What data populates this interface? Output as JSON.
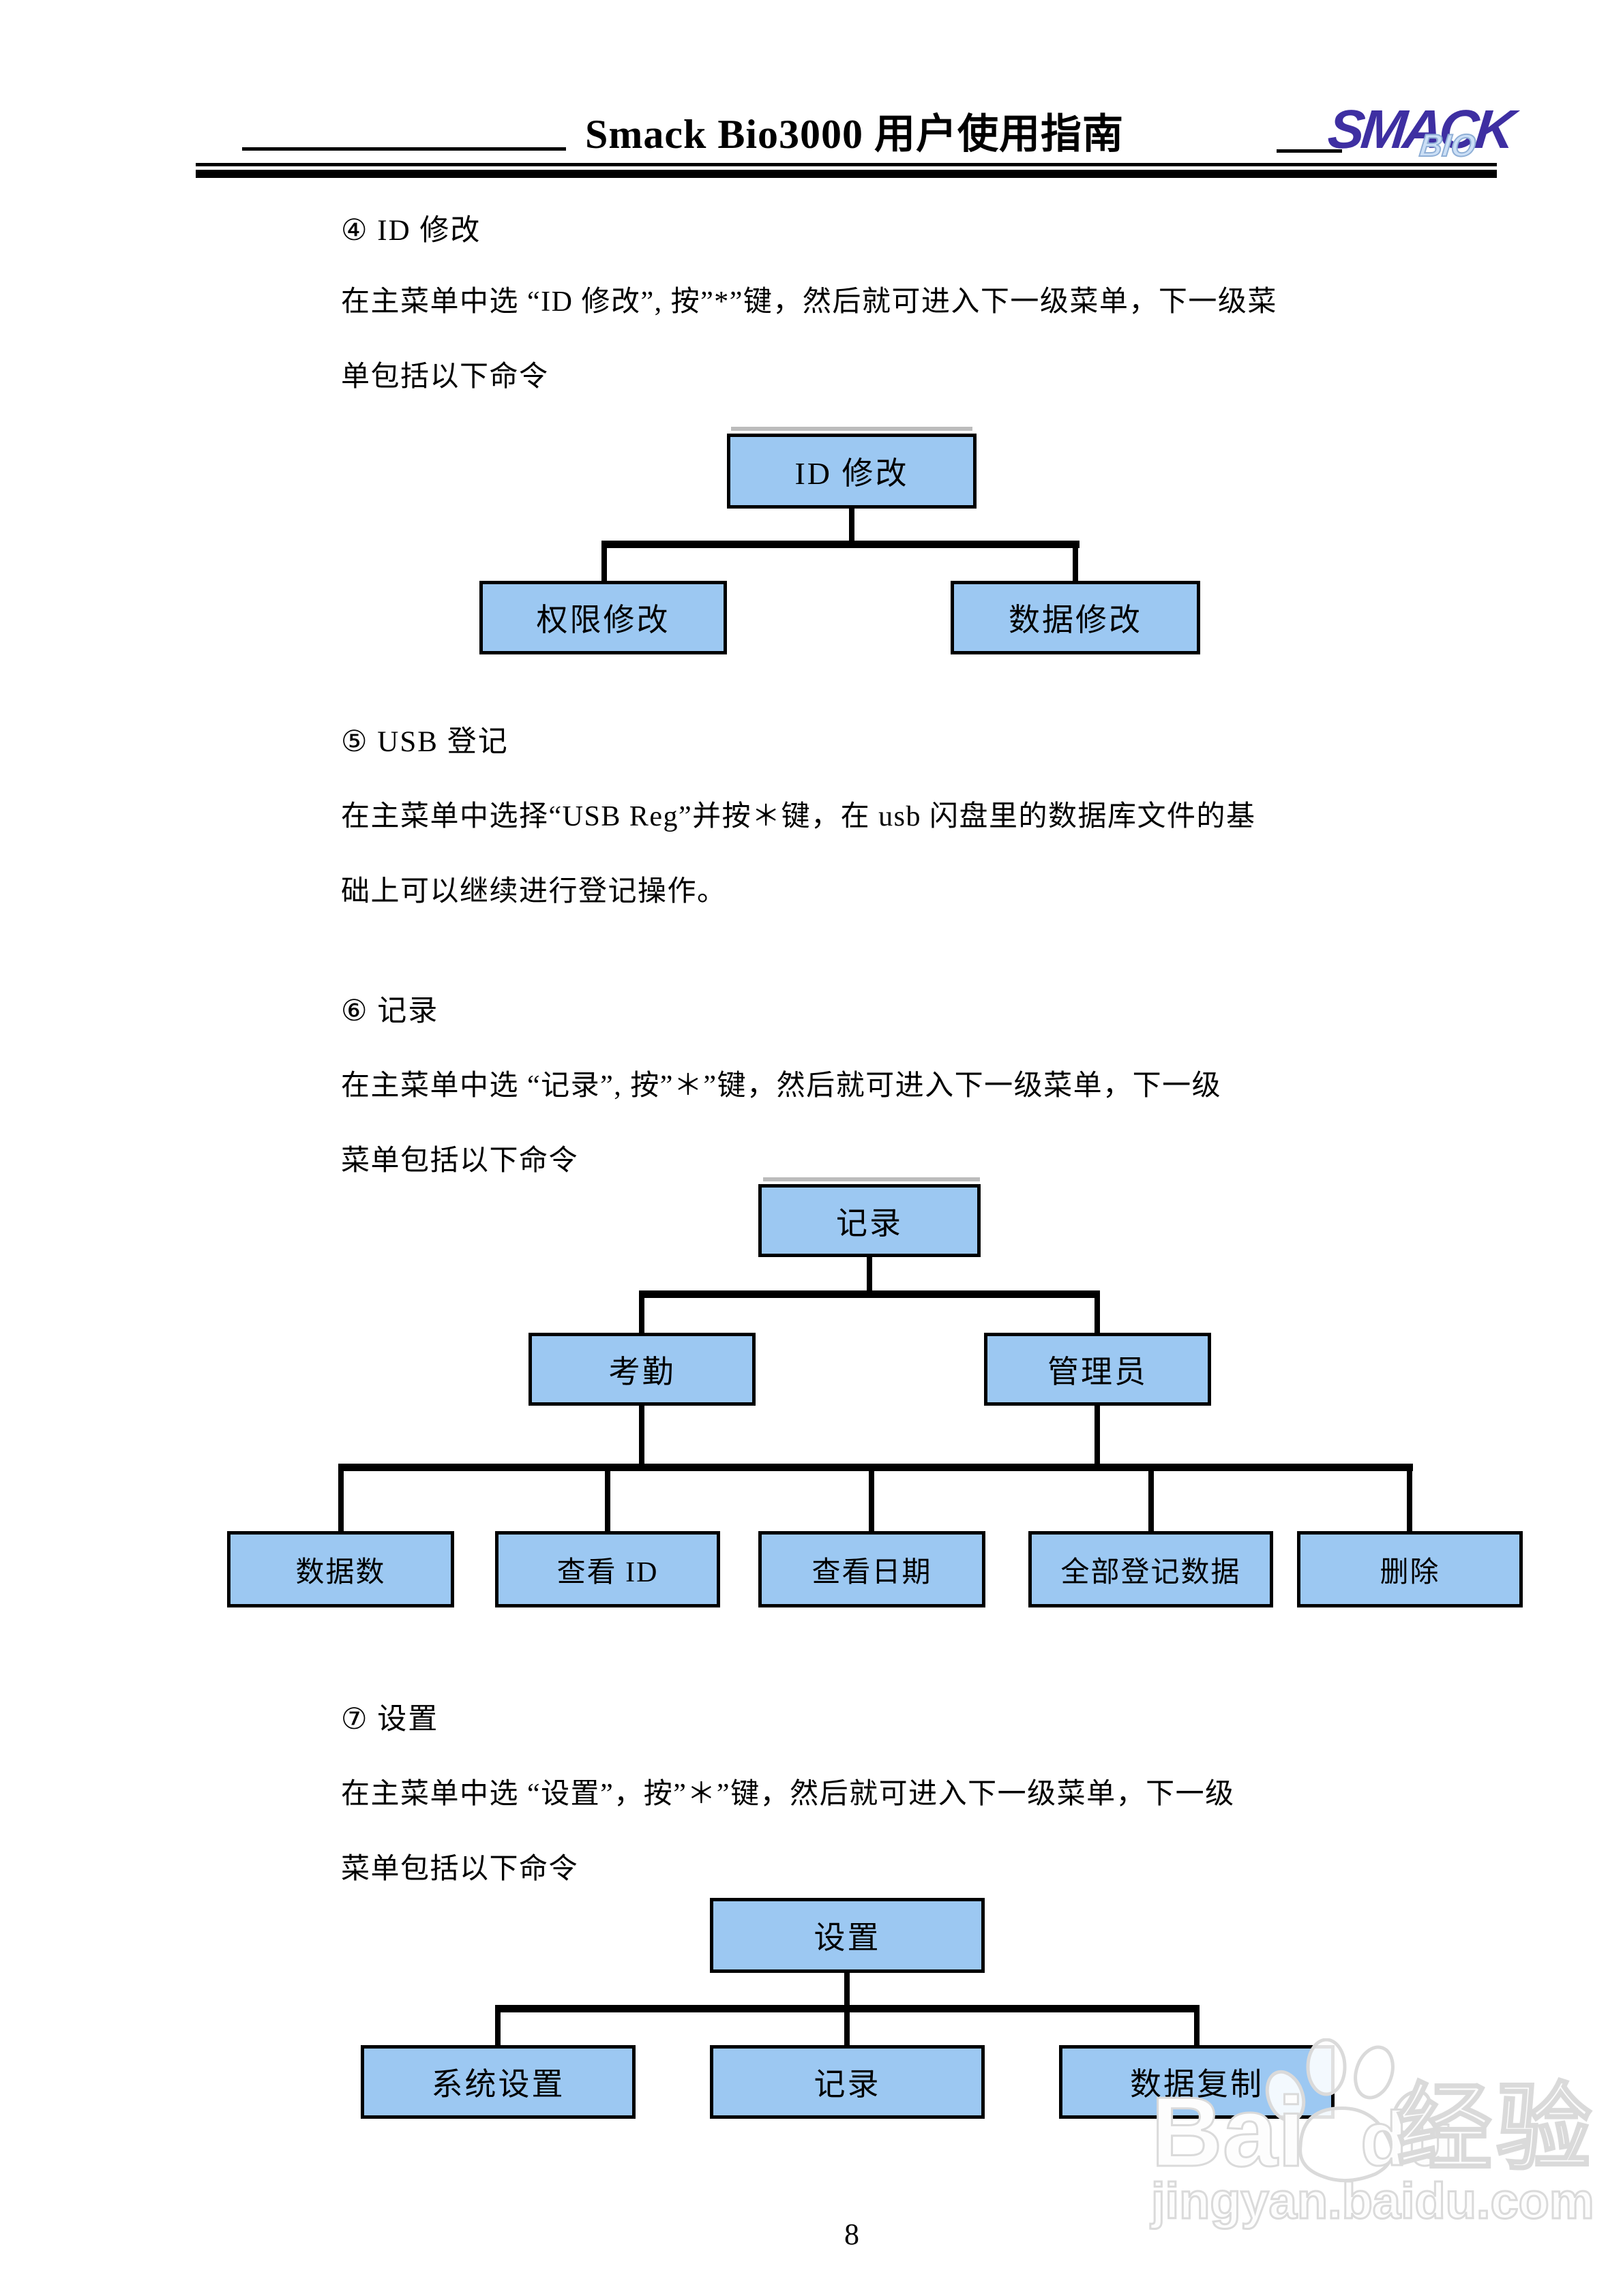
{
  "page": {
    "number": "8"
  },
  "header": {
    "title": "Smack Bio3000  用户使用指南",
    "logo": {
      "main": "SMACK",
      "sub": "BIO"
    }
  },
  "sections": [
    {
      "heading": "④ ID 修改",
      "lines": [
        "在主菜单中选 “ID 修改”, 按”*”键，然后就可进入下一级菜单，下一级菜",
        "单包括以下命令"
      ]
    },
    {
      "heading": "⑤ USB 登记",
      "lines": [
        "在主菜单中选择“USB Reg”并按＊键，在 usb 闪盘里的数据库文件的基",
        "础上可以继续进行登记操作。"
      ]
    },
    {
      "heading": "⑥ 记录",
      "lines": [
        "在主菜单中选 “记录”, 按”＊”键，然后就可进入下一级菜单，下一级",
        "菜单包括以下命令"
      ]
    },
    {
      "heading": "⑦ 设置",
      "lines": [
        "在主菜单中选 “设置”，按”＊”键，然后就可进入下一级菜单，下一级",
        "菜单包括以下命令"
      ]
    }
  ],
  "diagrams": [
    {
      "root": "ID 修改",
      "children": [
        "权限修改",
        "数据修改"
      ]
    },
    {
      "root": "记录",
      "level2": [
        "考勤",
        "管理员"
      ],
      "level3": [
        "数据数",
        "查看 ID",
        "查看日期",
        "全部登记数据",
        "删除"
      ]
    },
    {
      "root": "设置",
      "children": [
        "系统设置",
        "记录",
        "数据复制"
      ]
    }
  ],
  "watermark": {
    "brand_latin_1": "Bai",
    "brand_latin_2": "du",
    "brand_cn": "经验",
    "url": "jingyan.baidu.com"
  },
  "colors": {
    "box_fill": "#9CC8F2",
    "box_border": "#000000",
    "logo_purple": "#3E2FA2",
    "logo_bio_blue": "#CBDFF6"
  }
}
